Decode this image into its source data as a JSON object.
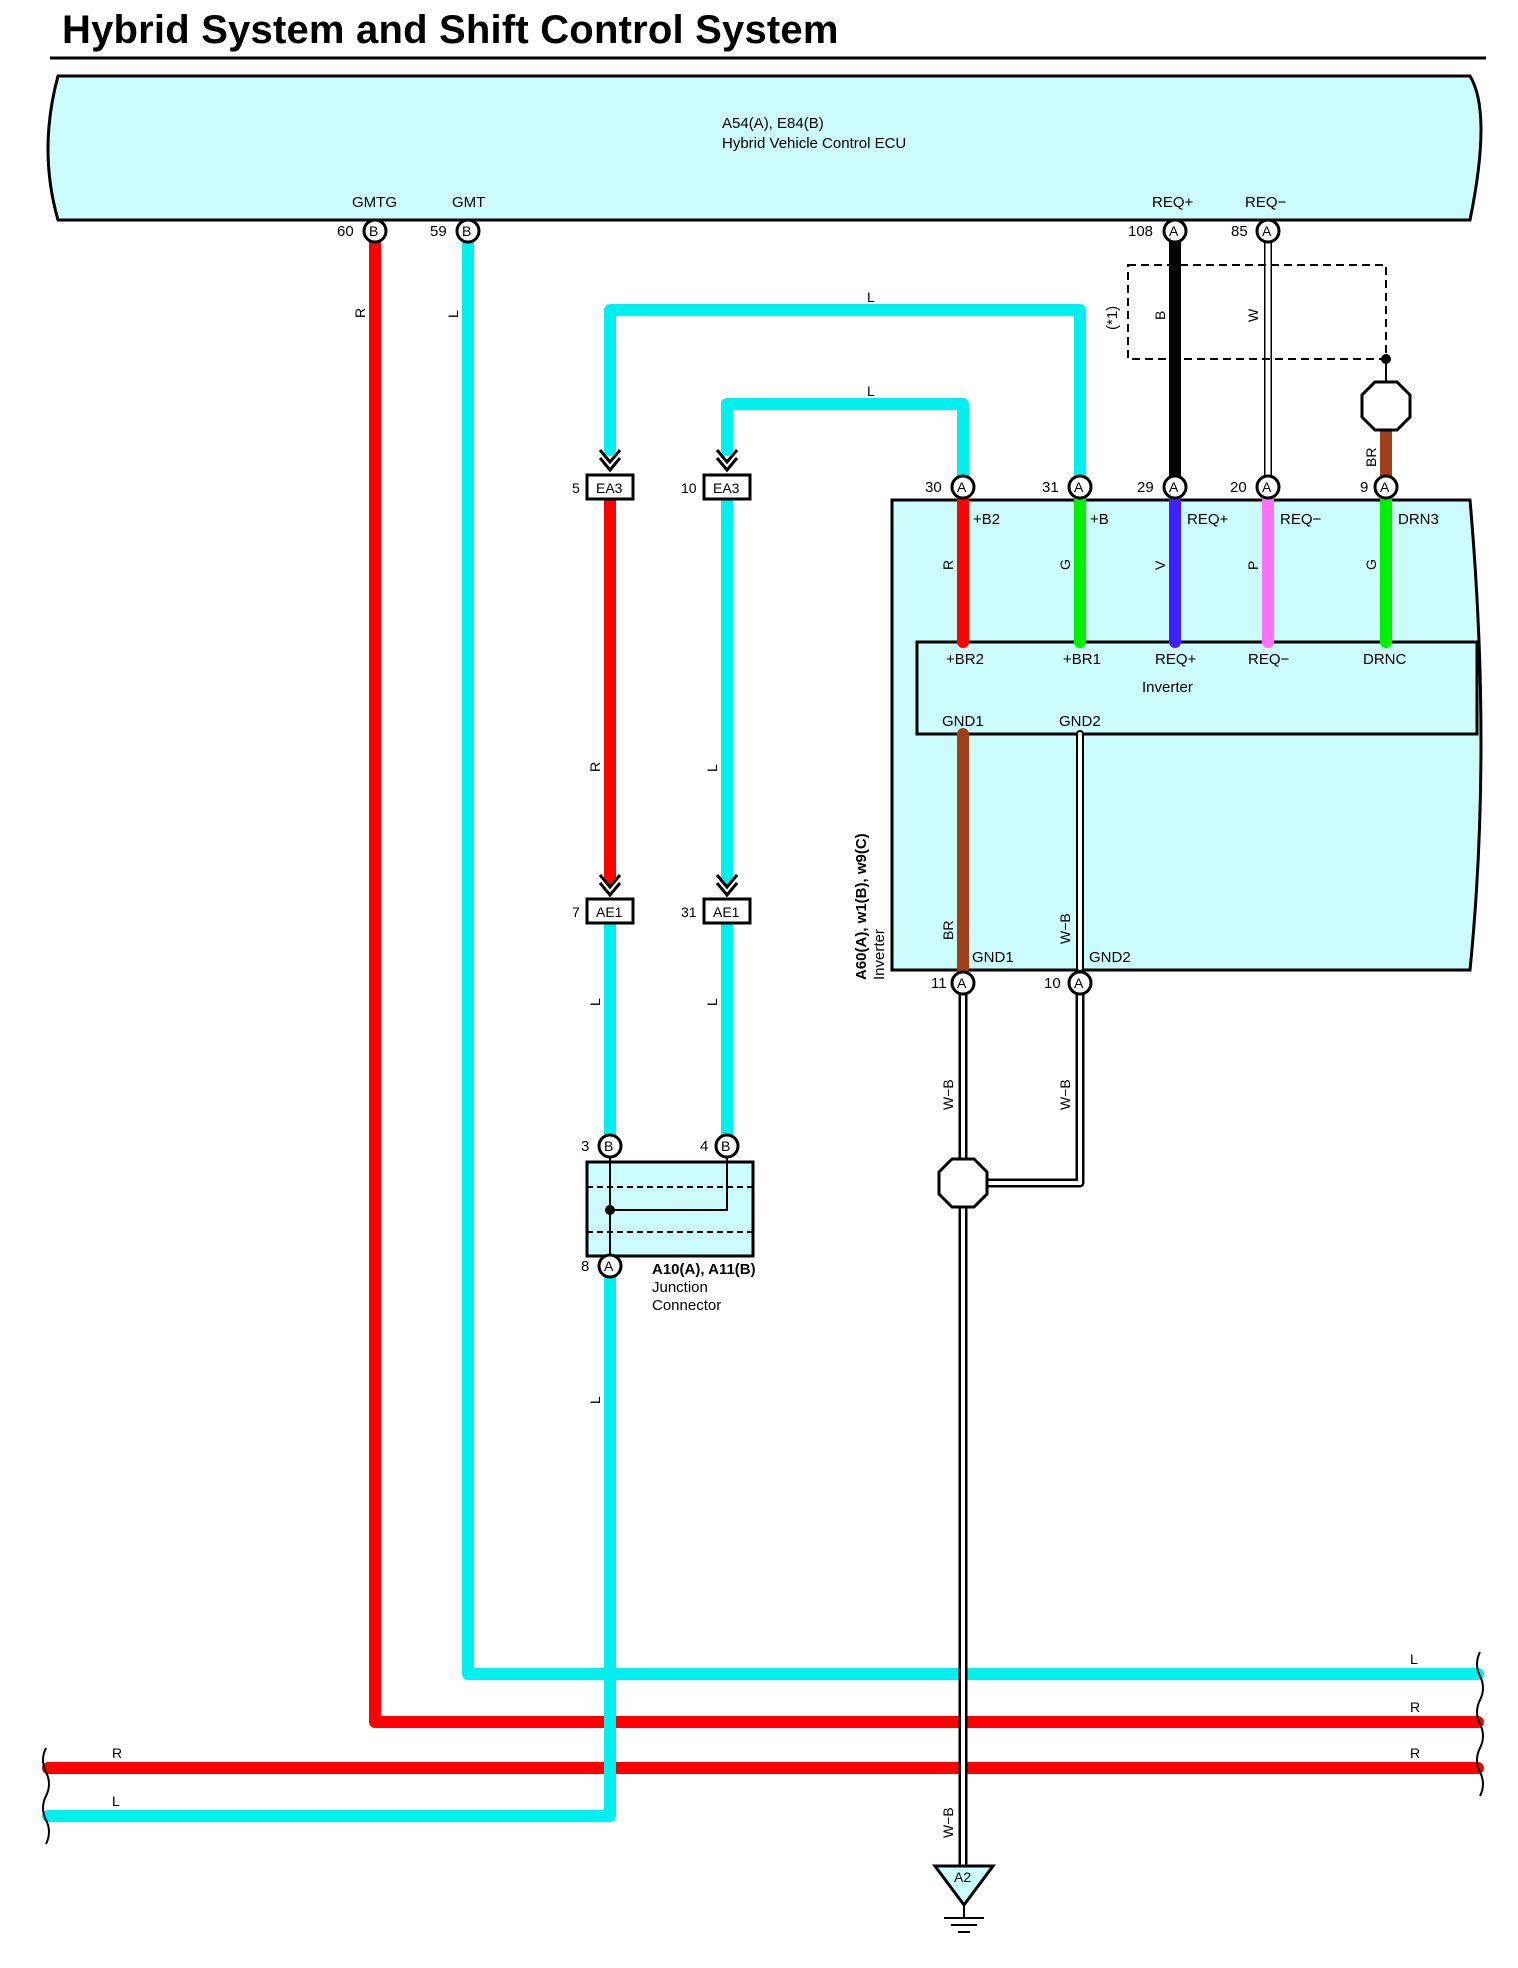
{
  "title": "Hybrid System and Shift Control System",
  "colors": {
    "R": "#ff0000",
    "L": "#00f0f0",
    "B": "#000000",
    "W": "#ffffff",
    "G": "#00f000",
    "V": "#4020ff",
    "P": "#ff70ff",
    "BR": "#a0401a",
    "W-B": "#ffffff",
    "component_fill": "#ccfcfc"
  },
  "ecu": {
    "code": "A54(A), E84(B)",
    "name": "Hybrid Vehicle Control ECU",
    "terminals": [
      {
        "label": "GMTG",
        "pin": "60",
        "conn": "B",
        "wire": "R"
      },
      {
        "label": "GMT",
        "pin": "59",
        "conn": "B",
        "wire": "L"
      },
      {
        "label": "REQ+",
        "pin": "108",
        "conn": "A",
        "wire": "B"
      },
      {
        "label": "REQ−",
        "pin": "85",
        "conn": "A",
        "wire": "W"
      }
    ]
  },
  "shield_note": "(*1)",
  "inverter": {
    "code": "A60(A), w1(B), w9(C)",
    "name": "Inverter",
    "inner_name": "Inverter",
    "top_terminals": [
      {
        "label": "+B2",
        "pin": "30",
        "conn": "A",
        "wire": "R",
        "inner": "+BR2"
      },
      {
        "label": "+B",
        "pin": "31",
        "conn": "A",
        "wire": "G",
        "inner": "+BR1"
      },
      {
        "label": "REQ+",
        "pin": "29",
        "conn": "A",
        "wire": "V",
        "inner": "REQ+"
      },
      {
        "label": "REQ−",
        "pin": "20",
        "conn": "A",
        "wire": "P",
        "inner": "REQ−"
      },
      {
        "label": "DRN3",
        "pin": "9",
        "conn": "A",
        "wire": "G",
        "inner": "DRNC"
      }
    ],
    "inner_bottom": [
      "GND1",
      "GND2"
    ],
    "bottom_terminals": [
      {
        "label": "GND1",
        "pin": "11",
        "conn": "A",
        "wire": "BR"
      },
      {
        "label": "GND2",
        "pin": "10",
        "conn": "A",
        "wire": "W−B"
      }
    ]
  },
  "connectors": [
    {
      "pin": "5",
      "name": "EA3"
    },
    {
      "pin": "10",
      "name": "EA3"
    },
    {
      "pin": "7",
      "name": "AE1"
    },
    {
      "pin": "31",
      "name": "AE1"
    }
  ],
  "junction": {
    "code": "A10(A), A11(B)",
    "name_line1": "Junction",
    "name_line2": "Connector",
    "pins": [
      {
        "pin": "3",
        "conn": "B"
      },
      {
        "pin": "4",
        "conn": "B"
      },
      {
        "pin": "8",
        "conn": "A"
      }
    ]
  },
  "ground": {
    "name": "A2"
  },
  "wire_labels": {
    "R": "R",
    "L": "L",
    "B": "B",
    "W": "W",
    "G": "G",
    "V": "V",
    "P": "P",
    "BR": "BR",
    "WB": "W−B"
  }
}
